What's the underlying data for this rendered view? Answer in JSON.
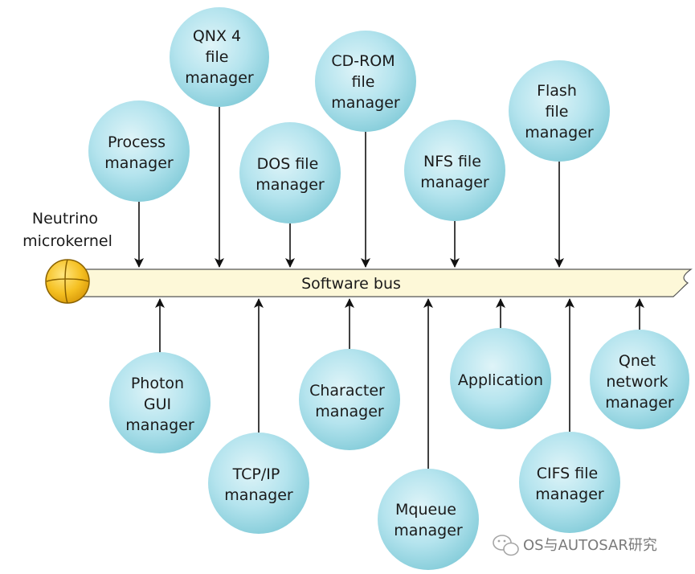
{
  "kernel": {
    "label_lines": [
      "Neutrino",
      "microkernel"
    ]
  },
  "bus": {
    "label": "Software bus",
    "color": "#fdf8d8"
  },
  "node_color": "#a9dfe9",
  "top_nodes": [
    {
      "id": "process",
      "lines": [
        "Process",
        "manager"
      ]
    },
    {
      "id": "qnx4",
      "lines": [
        "QNX 4",
        "file",
        "manager"
      ]
    },
    {
      "id": "dos",
      "lines": [
        "DOS file",
        "manager"
      ]
    },
    {
      "id": "cdrom",
      "lines": [
        "CD-ROM",
        "file",
        "manager"
      ]
    },
    {
      "id": "nfs",
      "lines": [
        "NFS file",
        "manager"
      ]
    },
    {
      "id": "flash",
      "lines": [
        "Flash",
        "file",
        "manager"
      ]
    }
  ],
  "bottom_nodes": [
    {
      "id": "photon",
      "lines": [
        "Photon",
        "GUI",
        "manager"
      ]
    },
    {
      "id": "tcpip",
      "lines": [
        "TCP/IP",
        "manager"
      ]
    },
    {
      "id": "character",
      "lines": [
        "Character",
        "manager"
      ]
    },
    {
      "id": "mqueue",
      "lines": [
        "Mqueue",
        "manager"
      ]
    },
    {
      "id": "application",
      "lines": [
        "Application"
      ]
    },
    {
      "id": "cifs",
      "lines": [
        "CIFS file",
        "manager"
      ]
    },
    {
      "id": "qnet",
      "lines": [
        "Qnet",
        "network",
        "manager"
      ]
    }
  ],
  "watermark": {
    "text": "OS与AUTOSAR研究",
    "icon": "wechat-icon"
  }
}
